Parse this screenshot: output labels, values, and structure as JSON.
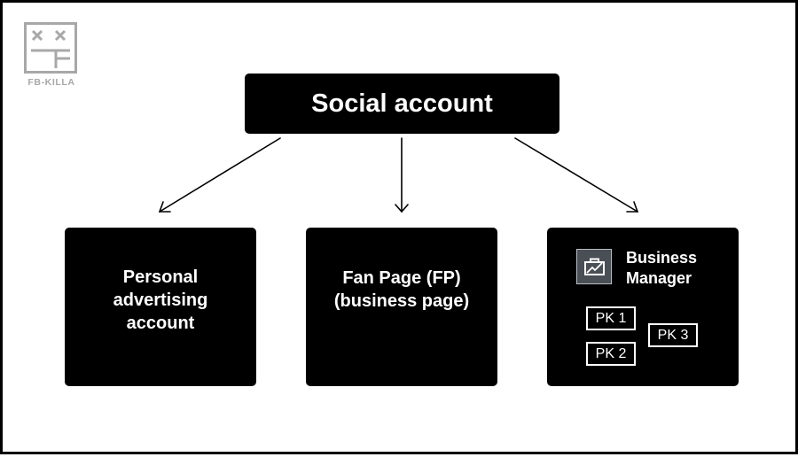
{
  "logo": {
    "text": "FB-KILLA",
    "icon": "fb-killa-logo-icon"
  },
  "root": {
    "label": "Social account"
  },
  "children": [
    {
      "label": "Personal\nadvertising\naccount"
    },
    {
      "label": "Fan Page (FP)\n(business page)"
    },
    {
      "label": "Business\nManager",
      "icon": "briefcase-icon",
      "items": [
        "PK 1",
        "PK 2",
        "PK 3"
      ]
    }
  ],
  "colors": {
    "box": "#000000",
    "background": "#ffffff",
    "logo": "#a8a8a8",
    "icon_bg": "#4a4e55"
  }
}
